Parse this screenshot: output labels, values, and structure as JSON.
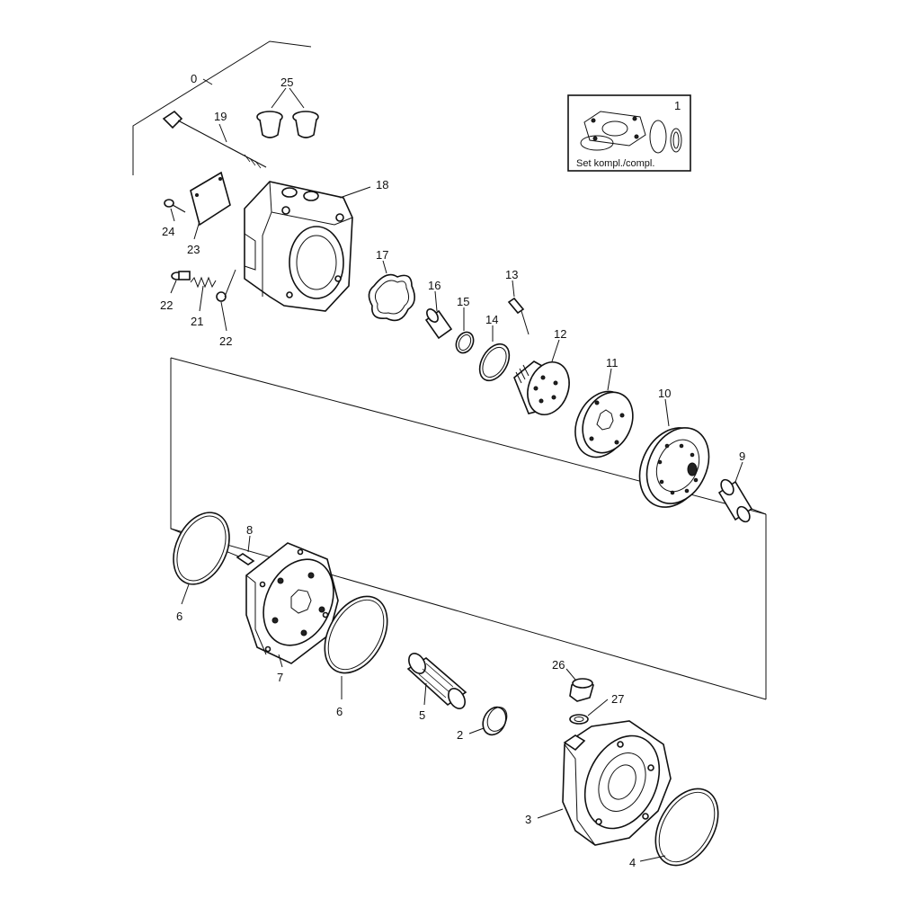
{
  "diagram": {
    "kit_box": {
      "item_number": "1",
      "caption": "Set kompl./compl."
    },
    "labels": {
      "p0": "0",
      "p1": "1",
      "p2": "2",
      "p3": "3",
      "p4": "4",
      "p5": "5",
      "p6a": "6",
      "p6b": "6",
      "p7": "7",
      "p8": "8",
      "p9": "9",
      "p10": "10",
      "p11": "11",
      "p12": "12",
      "p13": "13",
      "p14": "14",
      "p15": "15",
      "p16": "16",
      "p17": "17",
      "p18": "18",
      "p19": "19",
      "p21": "21",
      "p22a": "22",
      "p22b": "22",
      "p23": "23",
      "p24": "24",
      "p25": "25",
      "p26": "26",
      "p27": "27"
    }
  }
}
